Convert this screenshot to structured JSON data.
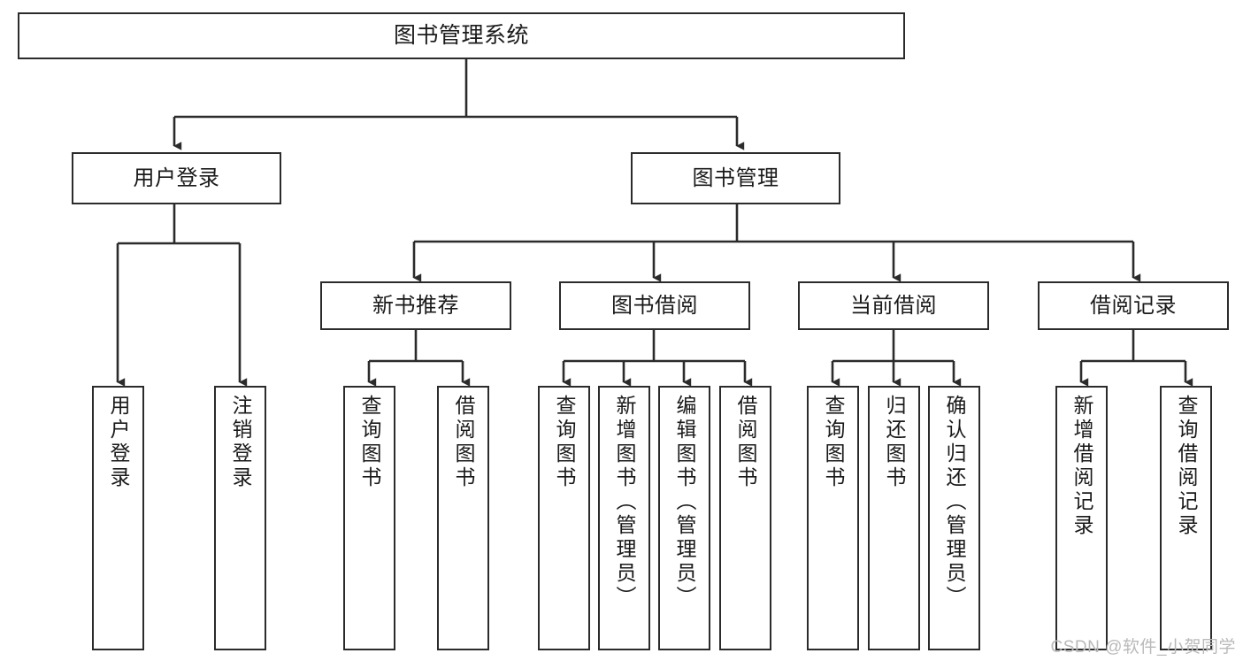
{
  "diagram": {
    "type": "tree-hierarchy-chart",
    "title": "图书管理系统",
    "watermark": "CSDN @软件_小贺同学",
    "colors": {
      "stroke": "#2b2b2b",
      "fill": "#ffffff",
      "text": "#1a1a1a",
      "watermark": "#b9b9b9"
    },
    "nodes": {
      "root": {
        "label": "图书管理系统"
      },
      "level1": [
        {
          "id": "user-login",
          "label": "用户登录"
        },
        {
          "id": "book-management",
          "label": "图书管理"
        }
      ],
      "level2": [
        {
          "id": "new-book-recommend",
          "label": "新书推荐"
        },
        {
          "id": "book-borrow",
          "label": "图书借阅"
        },
        {
          "id": "current-borrow",
          "label": "当前借阅"
        },
        {
          "id": "borrow-record",
          "label": "借阅记录"
        }
      ],
      "leaves": {
        "user-login": [
          {
            "id": "leaf-user-login",
            "label": "用户登录"
          },
          {
            "id": "leaf-logout",
            "label": "注销登录"
          }
        ],
        "new-book-recommend": [
          {
            "id": "leaf-query-book-1",
            "label": "查询图书"
          },
          {
            "id": "leaf-borrow-book-1",
            "label": "借阅图书"
          }
        ],
        "book-borrow": [
          {
            "id": "leaf-query-book-2",
            "label": "查询图书"
          },
          {
            "id": "leaf-add-book",
            "label": "新增图书（管理员）"
          },
          {
            "id": "leaf-edit-book",
            "label": "编辑图书（管理员）"
          },
          {
            "id": "leaf-borrow-book-2",
            "label": "借阅图书"
          }
        ],
        "current-borrow": [
          {
            "id": "leaf-query-book-3",
            "label": "查询图书"
          },
          {
            "id": "leaf-return-book",
            "label": "归还图书"
          },
          {
            "id": "leaf-confirm-return",
            "label": "确认归还（管理员）"
          }
        ],
        "borrow-record": [
          {
            "id": "leaf-add-record",
            "label": "新增借阅记录"
          },
          {
            "id": "leaf-query-record",
            "label": "查询借阅记录"
          }
        ]
      }
    }
  }
}
